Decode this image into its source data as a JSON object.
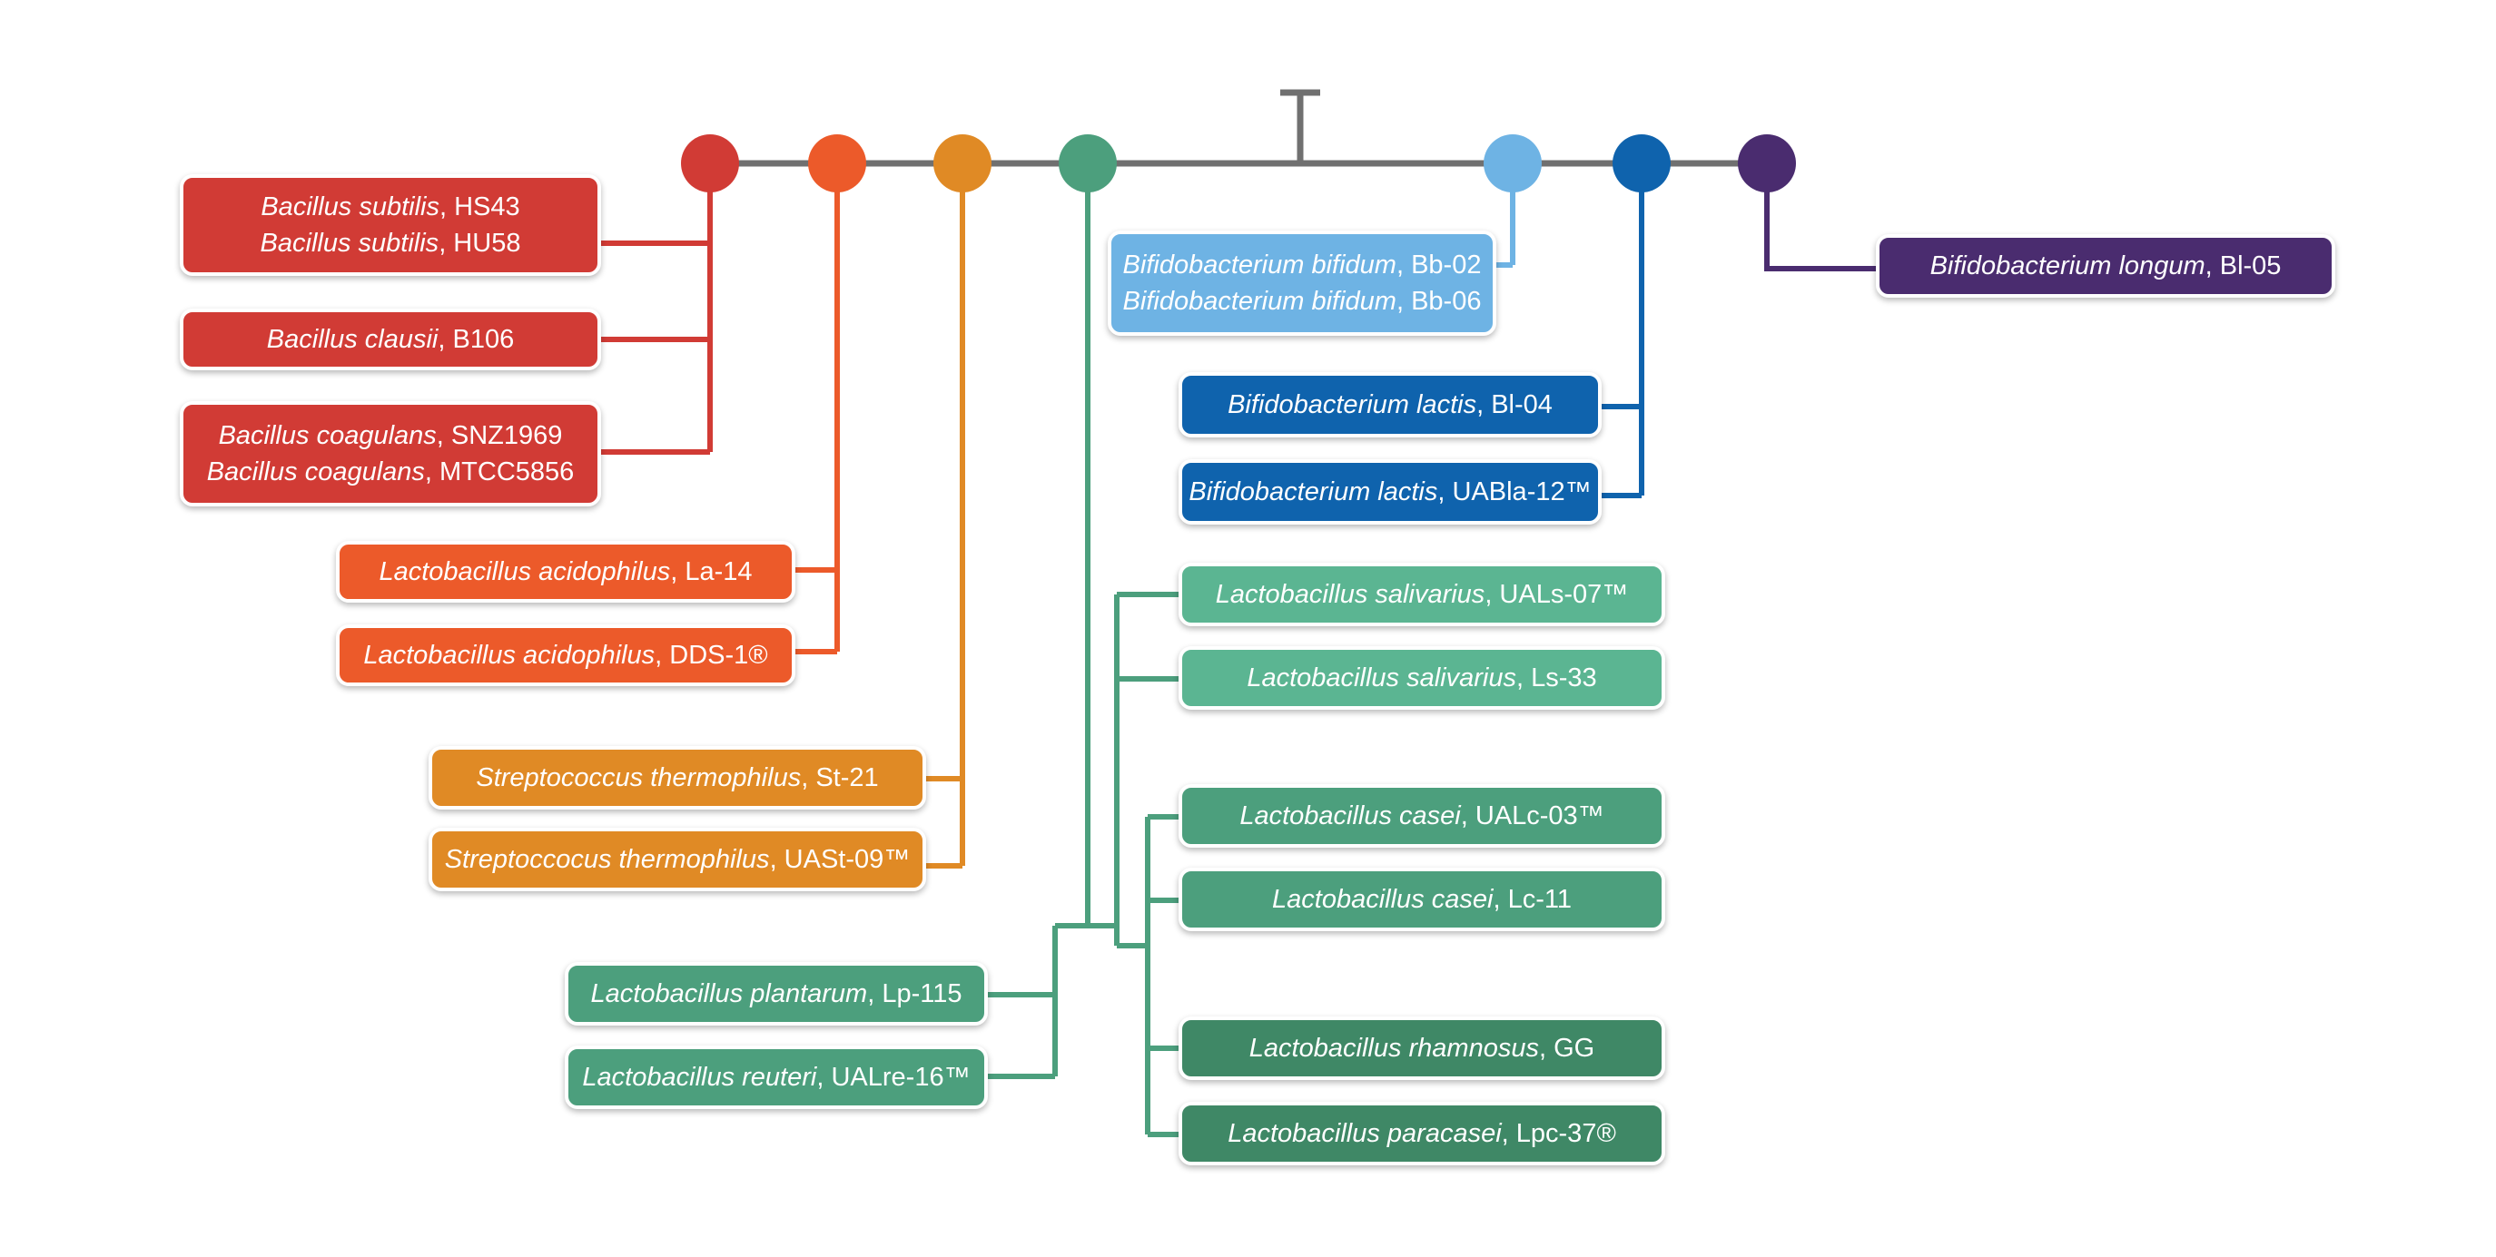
{
  "colors": {
    "red": "#d13b35",
    "orange": "#ec5a2a",
    "amber": "#e08a25",
    "green": "#4c9f7d",
    "light_green": "#5bb592",
    "dark_green": "#3f8866",
    "light_blue": "#6eb3e4",
    "blue": "#0f63ad",
    "purple": "#4a2c6f",
    "trunk_gray": "#707070"
  },
  "strains": {
    "bacillus_subtilis": [
      {
        "species": "Bacillus subtilis",
        "strain": ", HS43"
      },
      {
        "species": "Bacillus subtilis",
        "strain": ", HU58"
      }
    ],
    "bacillus_clausii": [
      {
        "species": "Bacillus clausii",
        "strain": ", B106"
      }
    ],
    "bacillus_coagulans": [
      {
        "species": "Bacillus coagulans",
        "strain": ", SNZ1969"
      },
      {
        "species": "Bacillus coagulans",
        "strain": ", MTCC5856"
      }
    ],
    "acidophilus_la14": [
      {
        "species": "Lactobacillus acidophilus",
        "strain": ", La-14"
      }
    ],
    "acidophilus_dds1": [
      {
        "species": "Lactobacillus acidophilus",
        "strain": ", DDS-1®"
      }
    ],
    "thermophilus_st21": [
      {
        "species": "Streptococcus thermophilus",
        "strain": ", St-21"
      }
    ],
    "thermophilus_uast09": [
      {
        "species": "Streptoccocus thermophilus",
        "strain": ", UASt-09™"
      }
    ],
    "plantarum": [
      {
        "species": "Lactobacillus plantarum",
        "strain": ", Lp-115"
      }
    ],
    "reuteri": [
      {
        "species": "Lactobacillus reuteri",
        "strain": ", UALre-16™"
      }
    ],
    "bifidum": [
      {
        "species": "Bifidobacterium bifidum",
        "strain": ", Bb-02"
      },
      {
        "species": "Bifidobacterium bifidum",
        "strain": ", Bb-06"
      }
    ],
    "lactis_bl04": [
      {
        "species": "Bifidobacterium lactis",
        "strain": ", Bl-04"
      }
    ],
    "lactis_uabla12": [
      {
        "species": "Bifidobacterium lactis",
        "strain": ", UABla-12™"
      }
    ],
    "salivarius_uals07": [
      {
        "species": "Lactobacillus salivarius",
        "strain": ", UALs-07™"
      }
    ],
    "salivarius_ls33": [
      {
        "species": "Lactobacillus salivarius",
        "strain": ", Ls-33"
      }
    ],
    "casei_ualc03": [
      {
        "species": "Lactobacillus casei",
        "strain": ", UALc-03™"
      }
    ],
    "casei_lc11": [
      {
        "species": "Lactobacillus casei",
        "strain": ", Lc-11"
      }
    ],
    "rhamnosus": [
      {
        "species": "Lactobacillus rhamnosus",
        "strain": ", GG"
      }
    ],
    "paracasei": [
      {
        "species": "Lactobacillus paracasei",
        "strain": ", Lpc-37®"
      }
    ],
    "longum": [
      {
        "species": "Bifidobacterium longum",
        "strain": ", Bl-05"
      }
    ]
  }
}
